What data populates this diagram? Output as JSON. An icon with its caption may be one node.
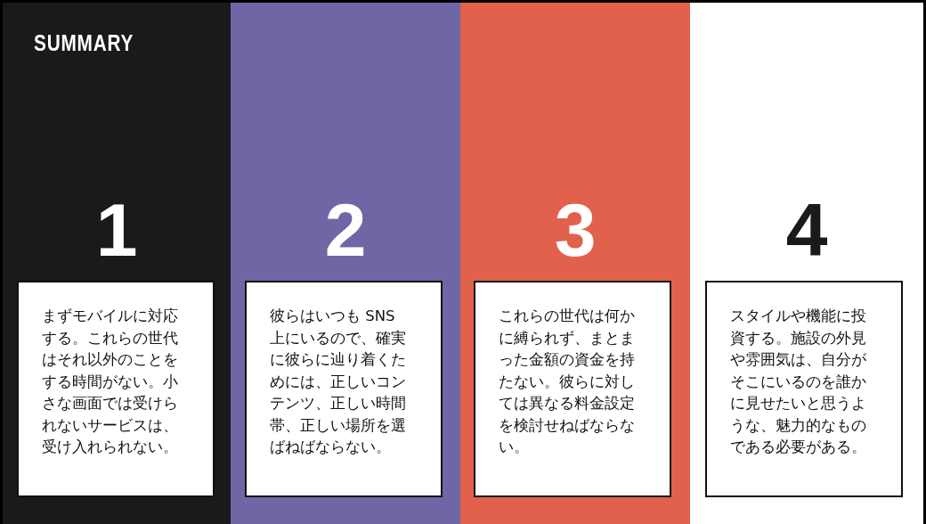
{
  "diagram": {
    "title": "SUMMARY",
    "nodes": [
      {
        "text": [
          "1"
        ]
      },
      {
        "text": [
          "まずモバイルに対応する。これらの世代はそれ以外のことをする時間がない。小さな画面では受けられないサービスは、受け入れられない。"
        ],
        "in": 0
      },
      {
        "text": [
          "2"
        ]
      },
      {
        "text": [
          "彼らはいつも SNS 上にいるので、確実に彼らに辿り着くためには、正しいコンテンツ、正しい時間帯、正しい場所を選ばねばならない。"
        ],
        "in": 2
      },
      {
        "text": [
          "3"
        ]
      },
      {
        "text": [
          "これらの世代は何かに縛られず、まとまった金額の資金を持たない。彼らに対しては異なる料金設定を検討せねばならない。"
        ],
        "in": 4
      },
      {
        "text": [
          "4"
        ]
      },
      {
        "text": [
          "スタイルや機能に投資する。施設の外見や雰囲気は、自分がそこにいるのを誰かに見せたいと思うような、魅力的なものである必要がある。"
        ],
        "in": 6
      }
    ]
  }
}
